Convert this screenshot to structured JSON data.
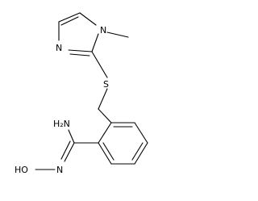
{
  "atoms": {
    "ring_nitrogen_1": "N",
    "ring_nitrogen_3": "N",
    "sulfur": "S",
    "amine": "H₂N",
    "imine_nitrogen": "N",
    "hydroxyl": "HO"
  },
  "colors": {
    "bond": "#000000",
    "label": "#000000",
    "background": "#ffffff"
  }
}
